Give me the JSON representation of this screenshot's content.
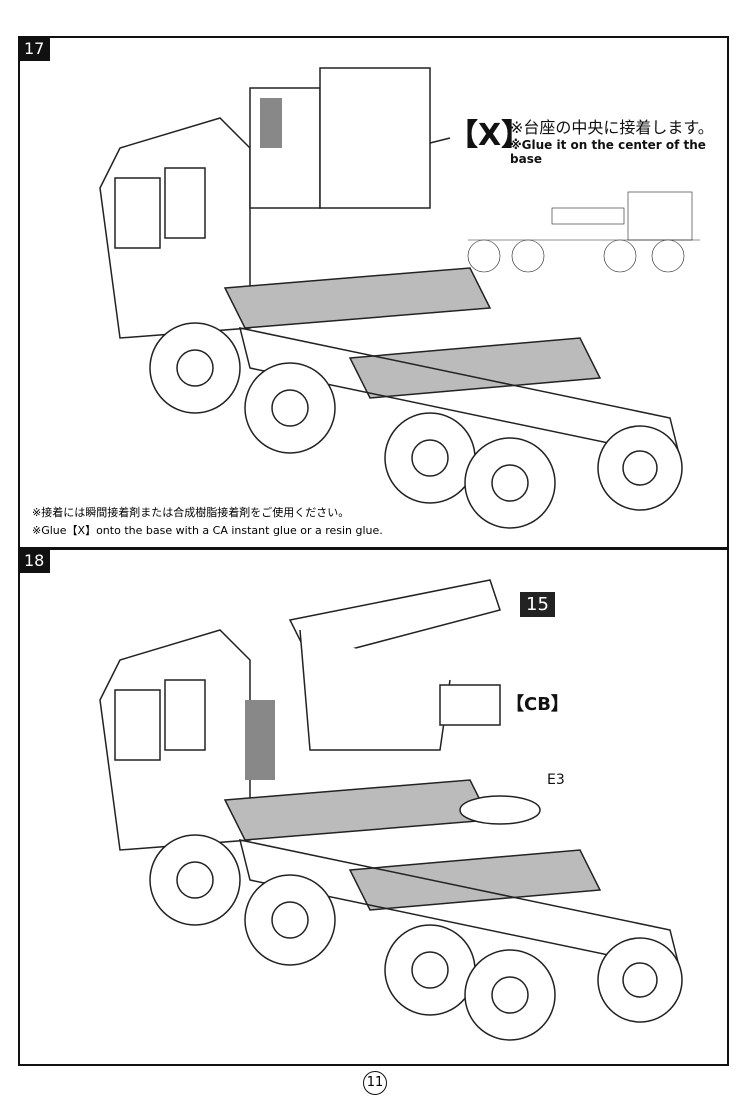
{
  "steps": [
    {
      "number": "17",
      "part_label": "【X】",
      "jp_instruction": "※台座の中央に接着します。",
      "en_instruction": "※Glue it on the center of the base",
      "jp_note": "※接着には瞬間接着剤または合成樹脂接着剤をご使用ください。",
      "en_note": "※Glue【X】onto the base with a CA instant glue or a resin glue."
    },
    {
      "number": "18",
      "callouts": {
        "part_number": "15",
        "part_label": "【CB】",
        "part_code": "E3"
      }
    }
  ],
  "page_number": "11"
}
